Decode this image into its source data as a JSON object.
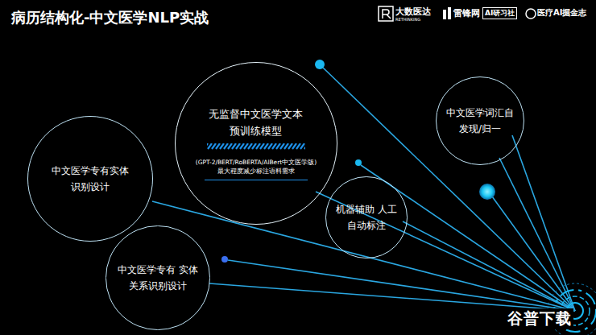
{
  "diagram": {
    "title": "病历结构化-中文医学NLP实战",
    "nodes": [
      {
        "text": [
          "无监督中文医学文本 预训练模型",
          "(GPT-2/BERT/RoBERTA/AlBert中文医学版)",
          "最大程度减少标注语料需求"
        ]
      },
      {
        "text": [
          "中文医学词汇自 发现/归一"
        ]
      },
      {
        "text": [
          "中文医学专有实体 识别设计"
        ]
      },
      {
        "text": [
          "机器辅助 人工自动标注"
        ]
      },
      {
        "text": [
          "中文医学专有 实体关系识别设计"
        ]
      }
    ],
    "labels": [
      "大数医达",
      "RETHINKING",
      "雷锋网",
      "AI研习社",
      "医疗AI掘金志",
      "谷普下载"
    ]
  }
}
